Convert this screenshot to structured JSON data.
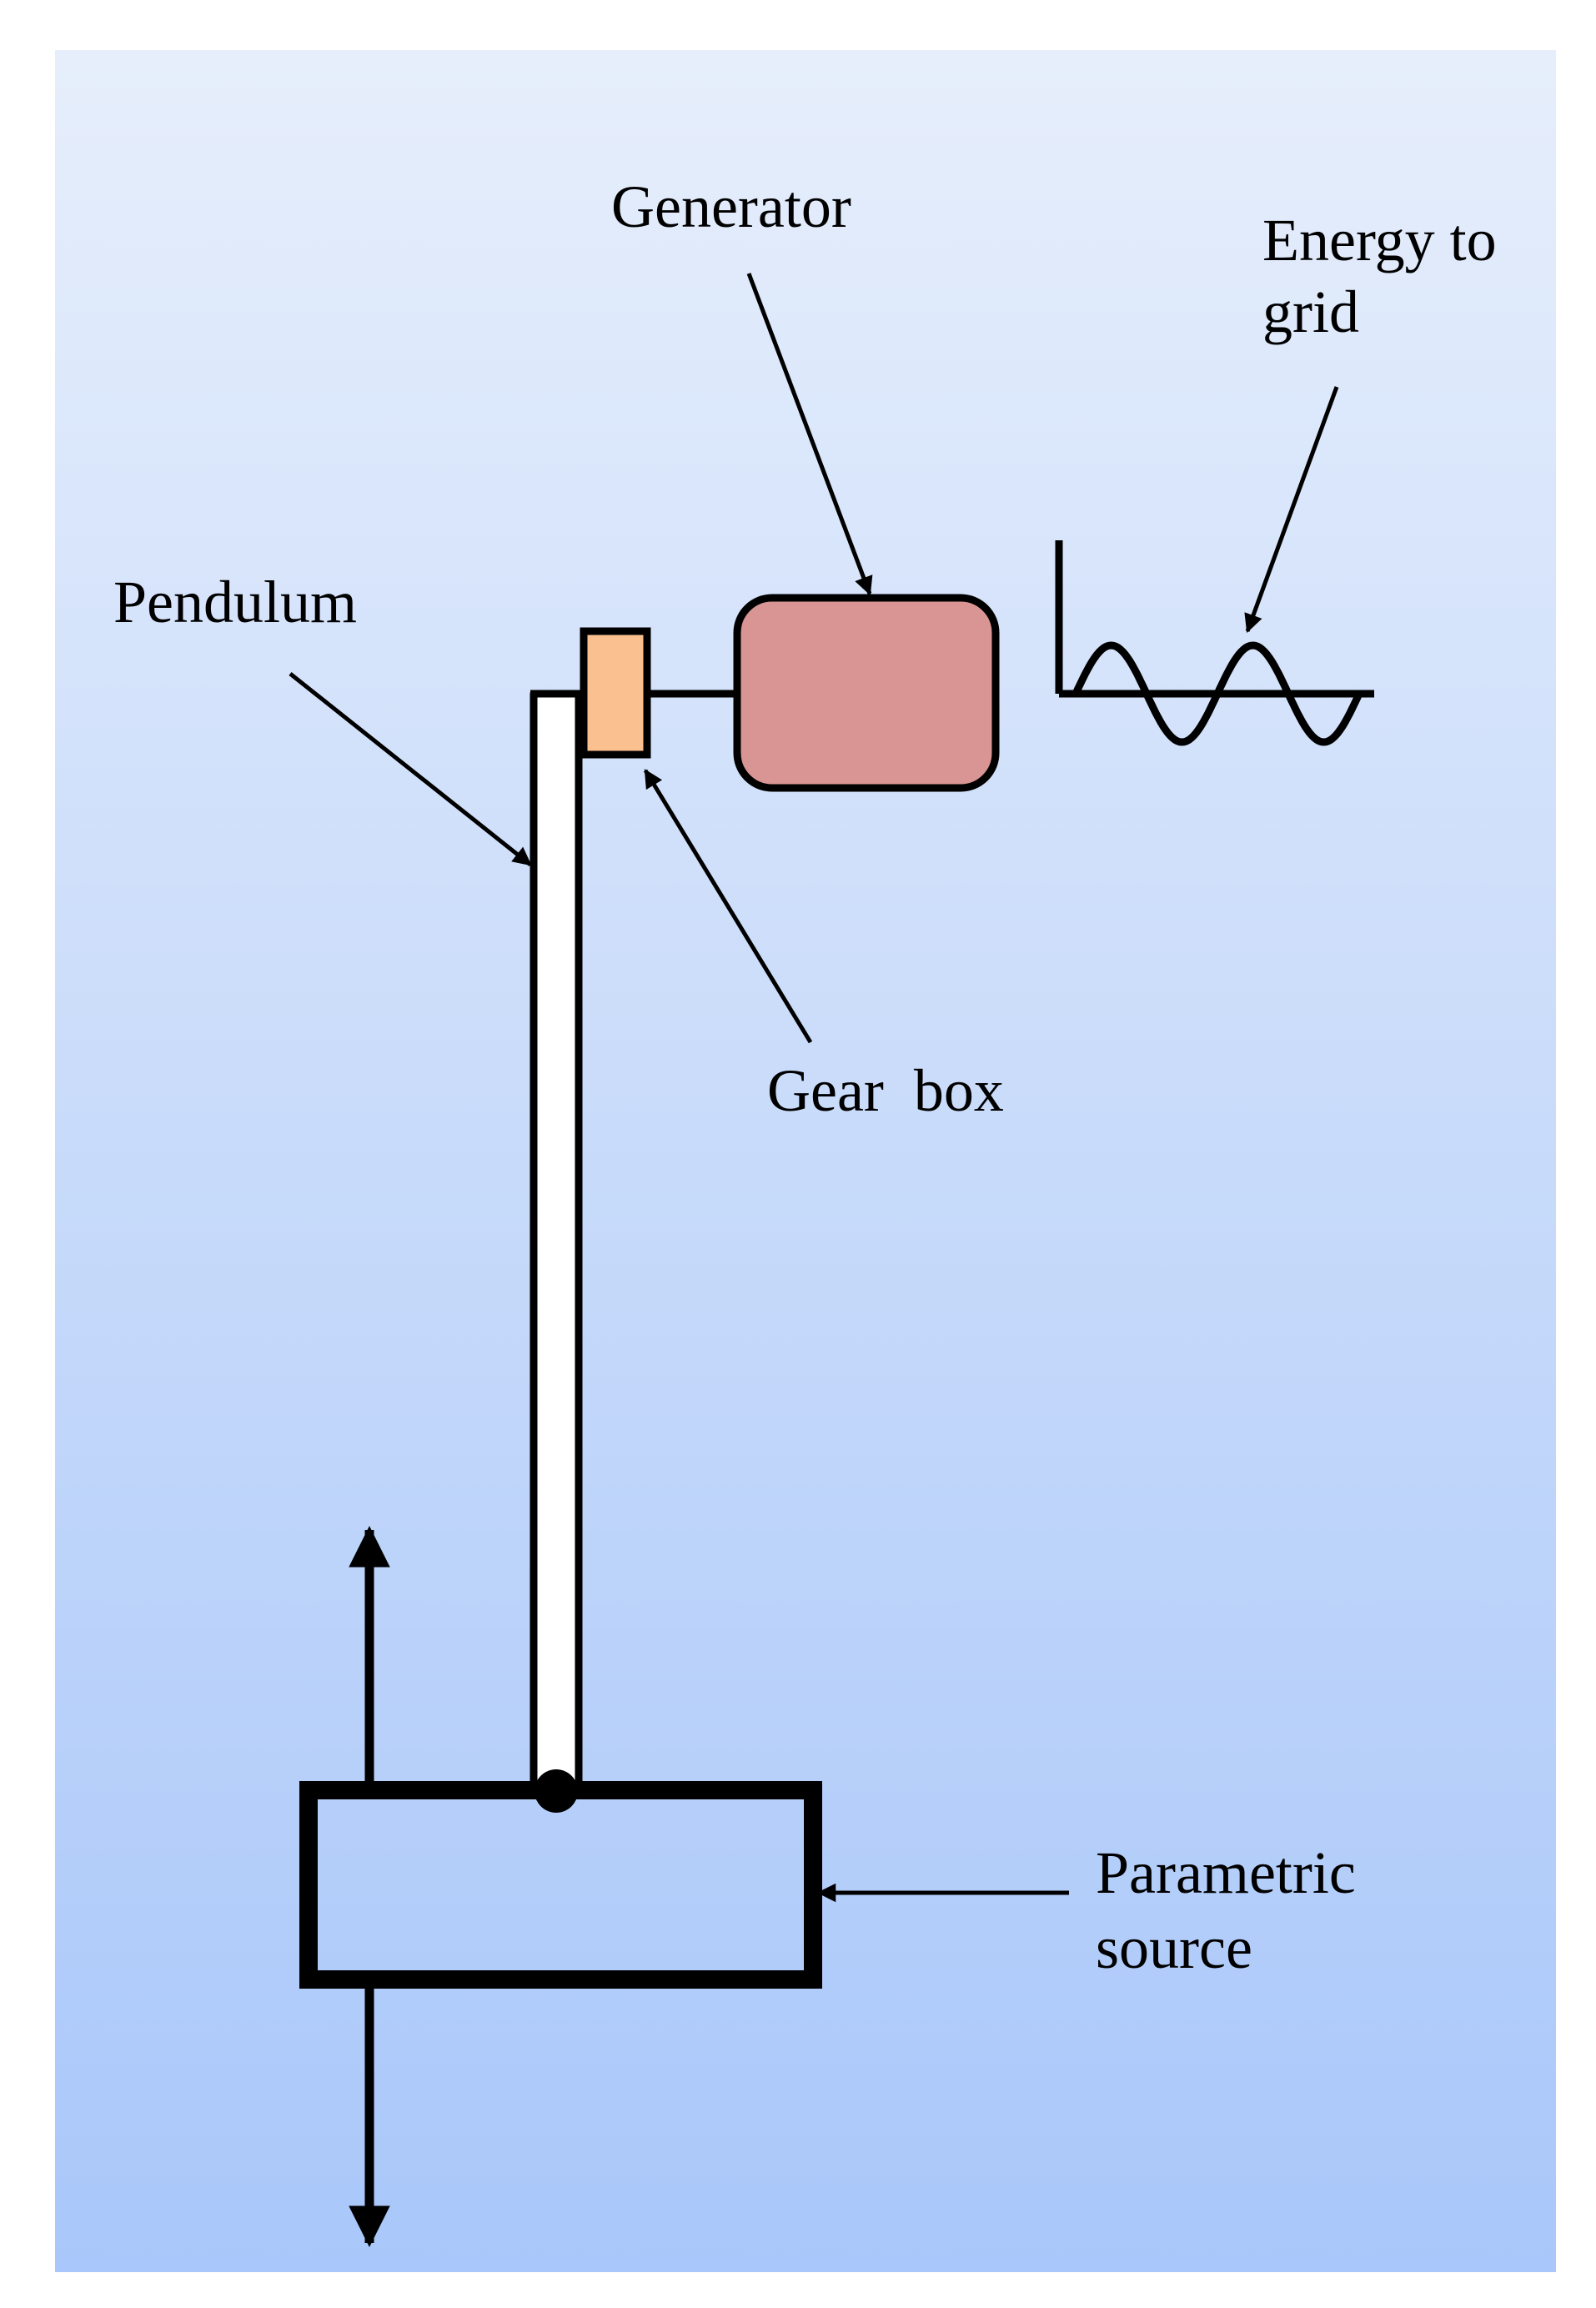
{
  "labels": {
    "generator": "Generator",
    "energy_line1": "Energy to",
    "energy_line2": "grid",
    "pendulum": "Pendulum",
    "gearbox": "Gear  box",
    "parametric_line1": "Parametric",
    "parametric_line2": "source"
  },
  "colors": {
    "background_top": "#e6eefb",
    "background_bottom": "#a9c7fa",
    "generator_fill": "#d99594",
    "gearbox_fill": "#fac090",
    "pendulum_fill": "#ffffff",
    "outline": "#000000"
  }
}
